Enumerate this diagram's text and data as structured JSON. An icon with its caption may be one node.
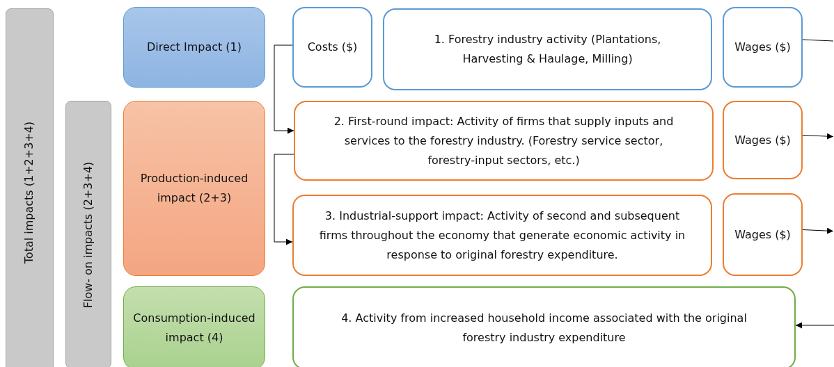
{
  "diagram": {
    "nodes": [
      {
        "text": [
          "Total impacts (1+2+3+4)"
        ]
      },
      {
        "text": [
          "Flow- on impacts (2+3+4)"
        ]
      },
      {
        "text": [
          "Direct Impact (1)"
        ]
      },
      {
        "text": [
          "Production-induced impact (2+3)"
        ]
      },
      {
        "text": [
          "Consumption-induced impact (4)"
        ]
      },
      {
        "text": [
          "Costs ($)"
        ]
      },
      {
        "text": [
          "1. Forestry industry activity (Plantations, Harvesting & Haulage, Milling)"
        ]
      },
      {
        "text": [
          "Wages ($)"
        ]
      },
      {
        "text": [
          "2. First-round impact: Activity of firms that supply inputs and services to the forestry industry. (Forestry service sector, forestry-input sectors, etc.)"
        ]
      },
      {
        "text": [
          "Wages ($)"
        ]
      },
      {
        "text": [
          "3. Industrial-support impact: Activity of second and subsequent firms throughout the economy that generate economic activity in response to original forestry expenditure."
        ]
      },
      {
        "text": [
          "Wages ($)"
        ]
      },
      {
        "text": [
          "4. Activity from increased household income associated with the original forestry industry expenditure"
        ]
      }
    ],
    "edges": [
      {
        "from": 5,
        "to": 8,
        "arrow": "to"
      },
      {
        "from": 8,
        "to": 10,
        "arrow": "to"
      },
      {
        "from": 7,
        "to": null,
        "arrow": "none"
      },
      {
        "from": 9,
        "to": null,
        "arrow": "to"
      },
      {
        "from": 11,
        "to": null,
        "arrow": "to"
      },
      {
        "from": null,
        "to": 12,
        "arrow": "to"
      }
    ]
  }
}
